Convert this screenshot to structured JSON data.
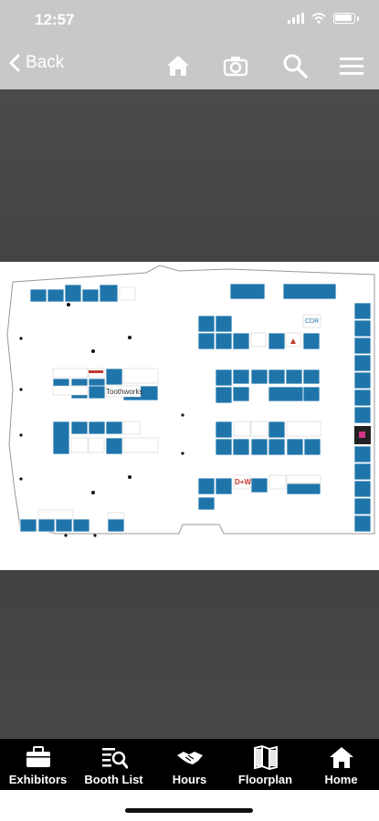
{
  "status": {
    "time": "12:57"
  },
  "nav": {
    "back_label": "Back"
  },
  "tabs": [
    {
      "label": "Exhibitors",
      "icon": "briefcase-icon"
    },
    {
      "label": "Booth List",
      "icon": "booth-list-icon"
    },
    {
      "label": "Hours",
      "icon": "handshake-icon"
    },
    {
      "label": "Floorplan",
      "icon": "map-icon"
    },
    {
      "label": "Home",
      "icon": "home-icon"
    }
  ],
  "floorplan": {
    "booth_labels": [
      "Toothworks",
      "CDR",
      "D+W"
    ]
  },
  "colors": {
    "booth": "#1f75aa",
    "nav": "#c8c8c8",
    "tab_bar": "#000000"
  }
}
